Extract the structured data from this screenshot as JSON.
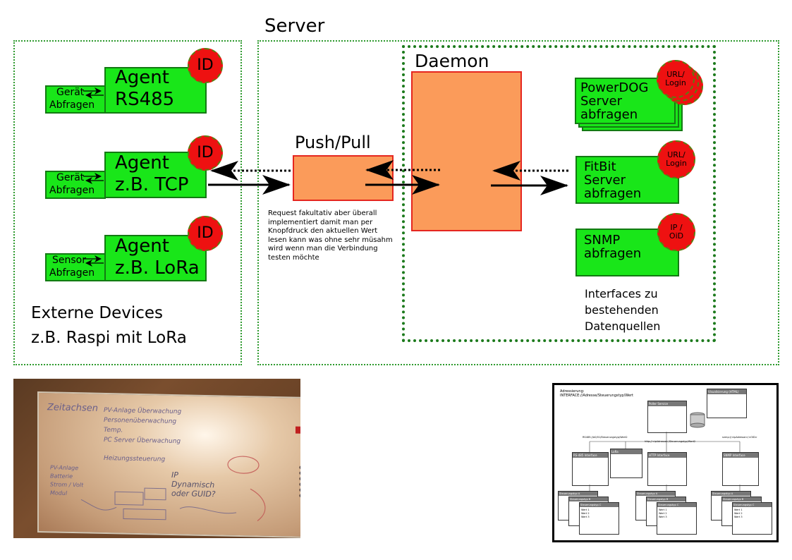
{
  "server_title": "Server",
  "external": {
    "caption_line1": "Externe Devices",
    "caption_line2": "z.B. Raspi mit LoRa",
    "agents": [
      {
        "line1": "Agent",
        "line2": "RS485",
        "badge": "ID",
        "side_line1": "Gerät",
        "side_line2": "Abfragen"
      },
      {
        "line1": "Agent",
        "line2": "z.B. TCP",
        "badge": "ID",
        "side_line1": "Gerät",
        "side_line2": "Abfragen"
      },
      {
        "line1": "Agent",
        "line2": "z.B. LoRa",
        "badge": "ID",
        "side_line1": "Sensor",
        "side_line2": "Abfragen"
      }
    ]
  },
  "pushpull": {
    "title": "Push/Pull",
    "note": [
      "Request fakultativ aber überall",
      "implementiert damit man per",
      "Knopfdruck den aktuellen Wert",
      "lesen kann was ohne sehr müsahm",
      "wird wenn man die Verbindung",
      "testen möchte"
    ]
  },
  "daemon": {
    "title": "Daemon"
  },
  "interfaces": {
    "powerdog": {
      "line1": "PowerDOG",
      "line2": "Server",
      "line3": "abfragen",
      "badge_line1": "URL/",
      "badge_line2": "Login"
    },
    "fitbit": {
      "line1": "FitBit",
      "line2": "Server",
      "line3": "abfragen",
      "badge_line1": "URL/",
      "badge_line2": "Login"
    },
    "snmp": {
      "line1": "SNMP",
      "line2": "abfragen",
      "badge_line1": "IP /",
      "badge_line2": "OiD"
    },
    "caption": [
      "Interfaces zu",
      "bestehenden",
      "Datenquellen"
    ]
  },
  "whiteboard": {
    "title": "Zeitachsen",
    "items": [
      "PV-Anlage Überwachung",
      "Personenüberwachung",
      "Temp.",
      "PC Server Überwachung",
      "Heizungssteuerung"
    ],
    "bottom_left": [
      "PV-Anlage",
      "Batterie",
      "Strom / Volt",
      "Modul"
    ],
    "question": "IP Dynamisch oder GUID?"
  },
  "diagram_thumb": {
    "header": [
      "Adressierung:",
      "INTERFACE://Adresse/Steuerungstyp/Wert"
    ],
    "poller": "Poller Service",
    "visual": "Visualisierung (HTML)",
    "rs485": "RS-485 Interface",
    "lora": "LoRa",
    "http": "HTTP Interface",
    "snmp": "SNMP Interface",
    "link_rs485": "RS485://A0/01/Steuerungstyp/Wert2",
    "link_http": "http://<ipAdresse>/Steuerungstyp/Wert2",
    "link_snmp": "snmp://<ipAdresse>/<OID>",
    "types": [
      "Steuerungstyp A",
      "Steuerungstyp B",
      "Steuerungstyp C"
    ],
    "values": [
      "Wert 1",
      "Wert 2",
      "Wert 3"
    ]
  },
  "colors": {
    "agent_green": "#19e619",
    "orange": "#fb9b5a",
    "badge_red": "#ee1111",
    "border_green": "#2e9a2e"
  }
}
